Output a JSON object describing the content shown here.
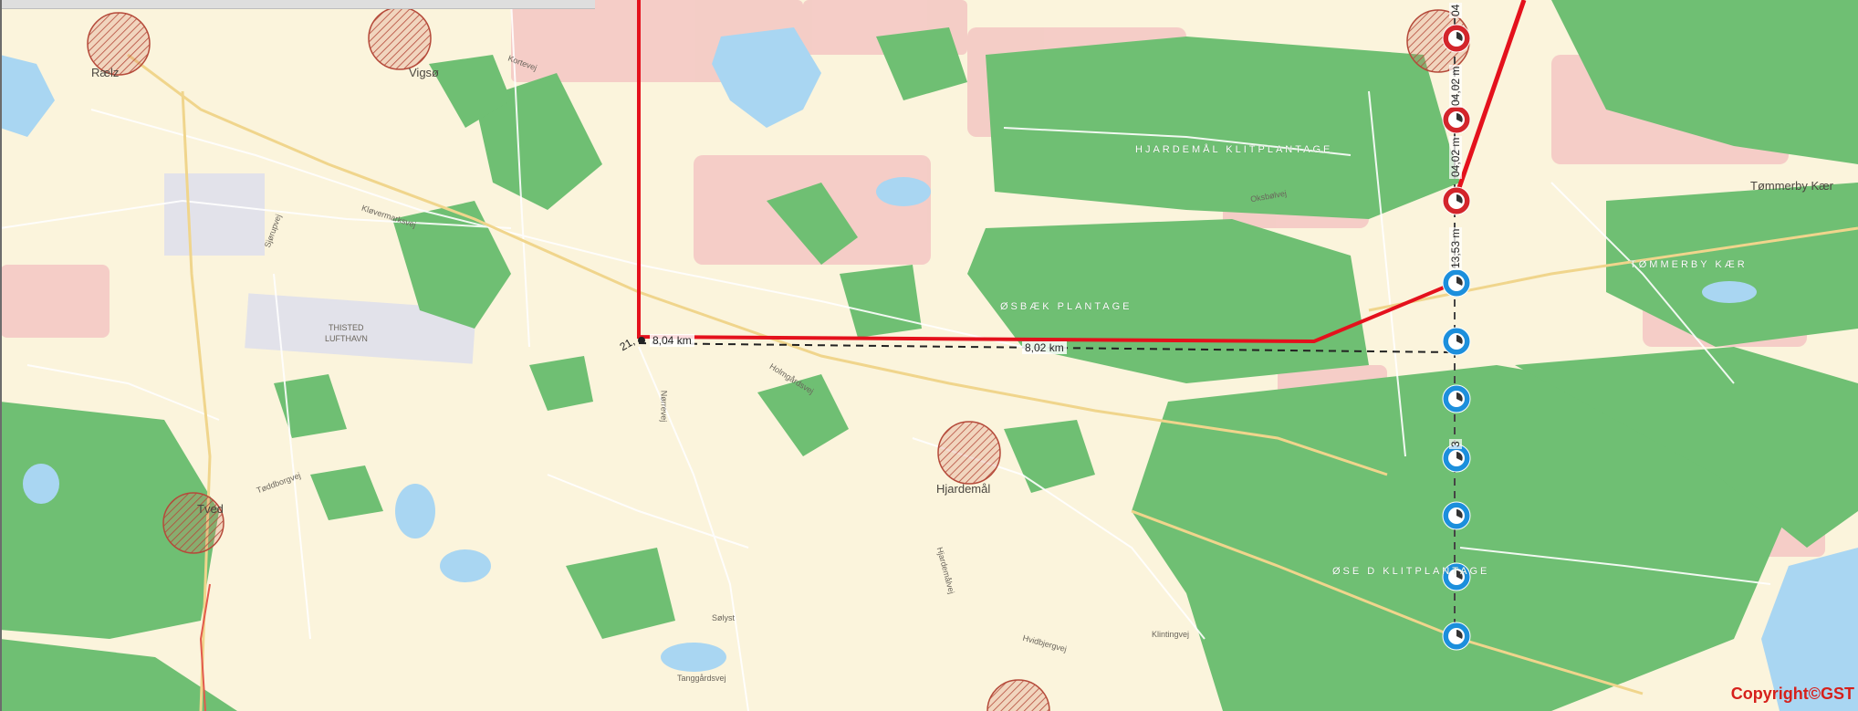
{
  "map": {
    "copyright": "Copyright©GST",
    "places": {
      "raeltz": "Rælz",
      "vigsø": "Vigsø",
      "tved": "Tved",
      "hjardemal": "Hjardemål",
      "thisted_lufthavn_1": "THISTED",
      "thisted_lufthavn_2": "LUFTHAVN",
      "tomm": "Tømmerby Kær"
    },
    "forests": {
      "hjardemal_klitplantage": "HJARDEMÅL KLITPLANTAGE",
      "oksbol_plantage": "ØSBÆK PLANTAGE",
      "klitplantage_south": "ØSE  D  KLITPLANTAGE",
      "tommerby": "TØMMERBY KÆR"
    },
    "roads": [
      "Kortevej",
      "Kløvermarksvej",
      "Sjørupvej",
      "Nørrevej",
      "Holmgårdsvej",
      "Hjardemålvej",
      "Tøddborgvej",
      "Tanggårdsvej",
      "Klintingvej",
      "Hvidbjergvej",
      "Oksbølvej",
      "Sølyst"
    ],
    "measurements": {
      "point_label": "21,",
      "horizontal_left": "8,04 km",
      "horizontal_mid": "8,02 km",
      "vertical_top": "04",
      "vertical_a": "04,02 m",
      "vertical_b": "04,02 m",
      "vertical_c": "13,53 m",
      "vertical_d": "3"
    },
    "markers": {
      "red_count": 3,
      "blue_count": 7
    },
    "colors": {
      "background": "#fbf4dc",
      "forest": "#6fbf73",
      "urban": "#f4c9c4",
      "water": "#a9d6f2",
      "route_red": "#e4111c",
      "marker_blue": "#1c8fdc",
      "marker_red": "#d3252b",
      "hatched_circle": "#b54a3a"
    }
  }
}
